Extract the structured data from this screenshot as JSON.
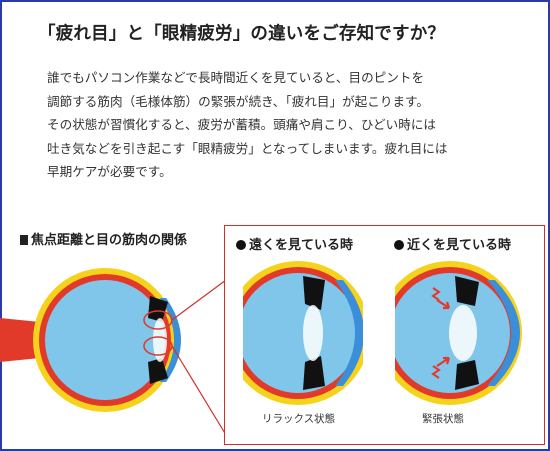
{
  "title": "「疲れ目」と「眼精疲労」の違いをご存知ですか？",
  "paragraph": [
    "誰でもパソコン作業などで長時間近くを見ていると、目のピントを",
    "調節する筋肉（毛様体筋）の緊張が続き、「疲れ目」が起こります。",
    "その状態が習慣化すると、疲労が蓄積。頭痛や肩こり、ひどい時には",
    "吐き気などを引き起こす「眼精疲労」となってしまいます。疲れ目には",
    "早期ケアが必要です。"
  ],
  "section_title": "焦点距離と目の筋肉の関係",
  "far": {
    "label": "遠くを見ている時",
    "caption": "リラックス状態"
  },
  "near": {
    "label": "近くを見ている時",
    "caption": "緊張状態"
  },
  "colors": {
    "eye_blue": "#7fc6ea",
    "cornea": "#3a8fd8",
    "muscle_red": "#e23a2a",
    "sclera_yellow": "#f5d21c",
    "border_blue": "#2a3aa8",
    "panel_red": "#d0302a"
  }
}
